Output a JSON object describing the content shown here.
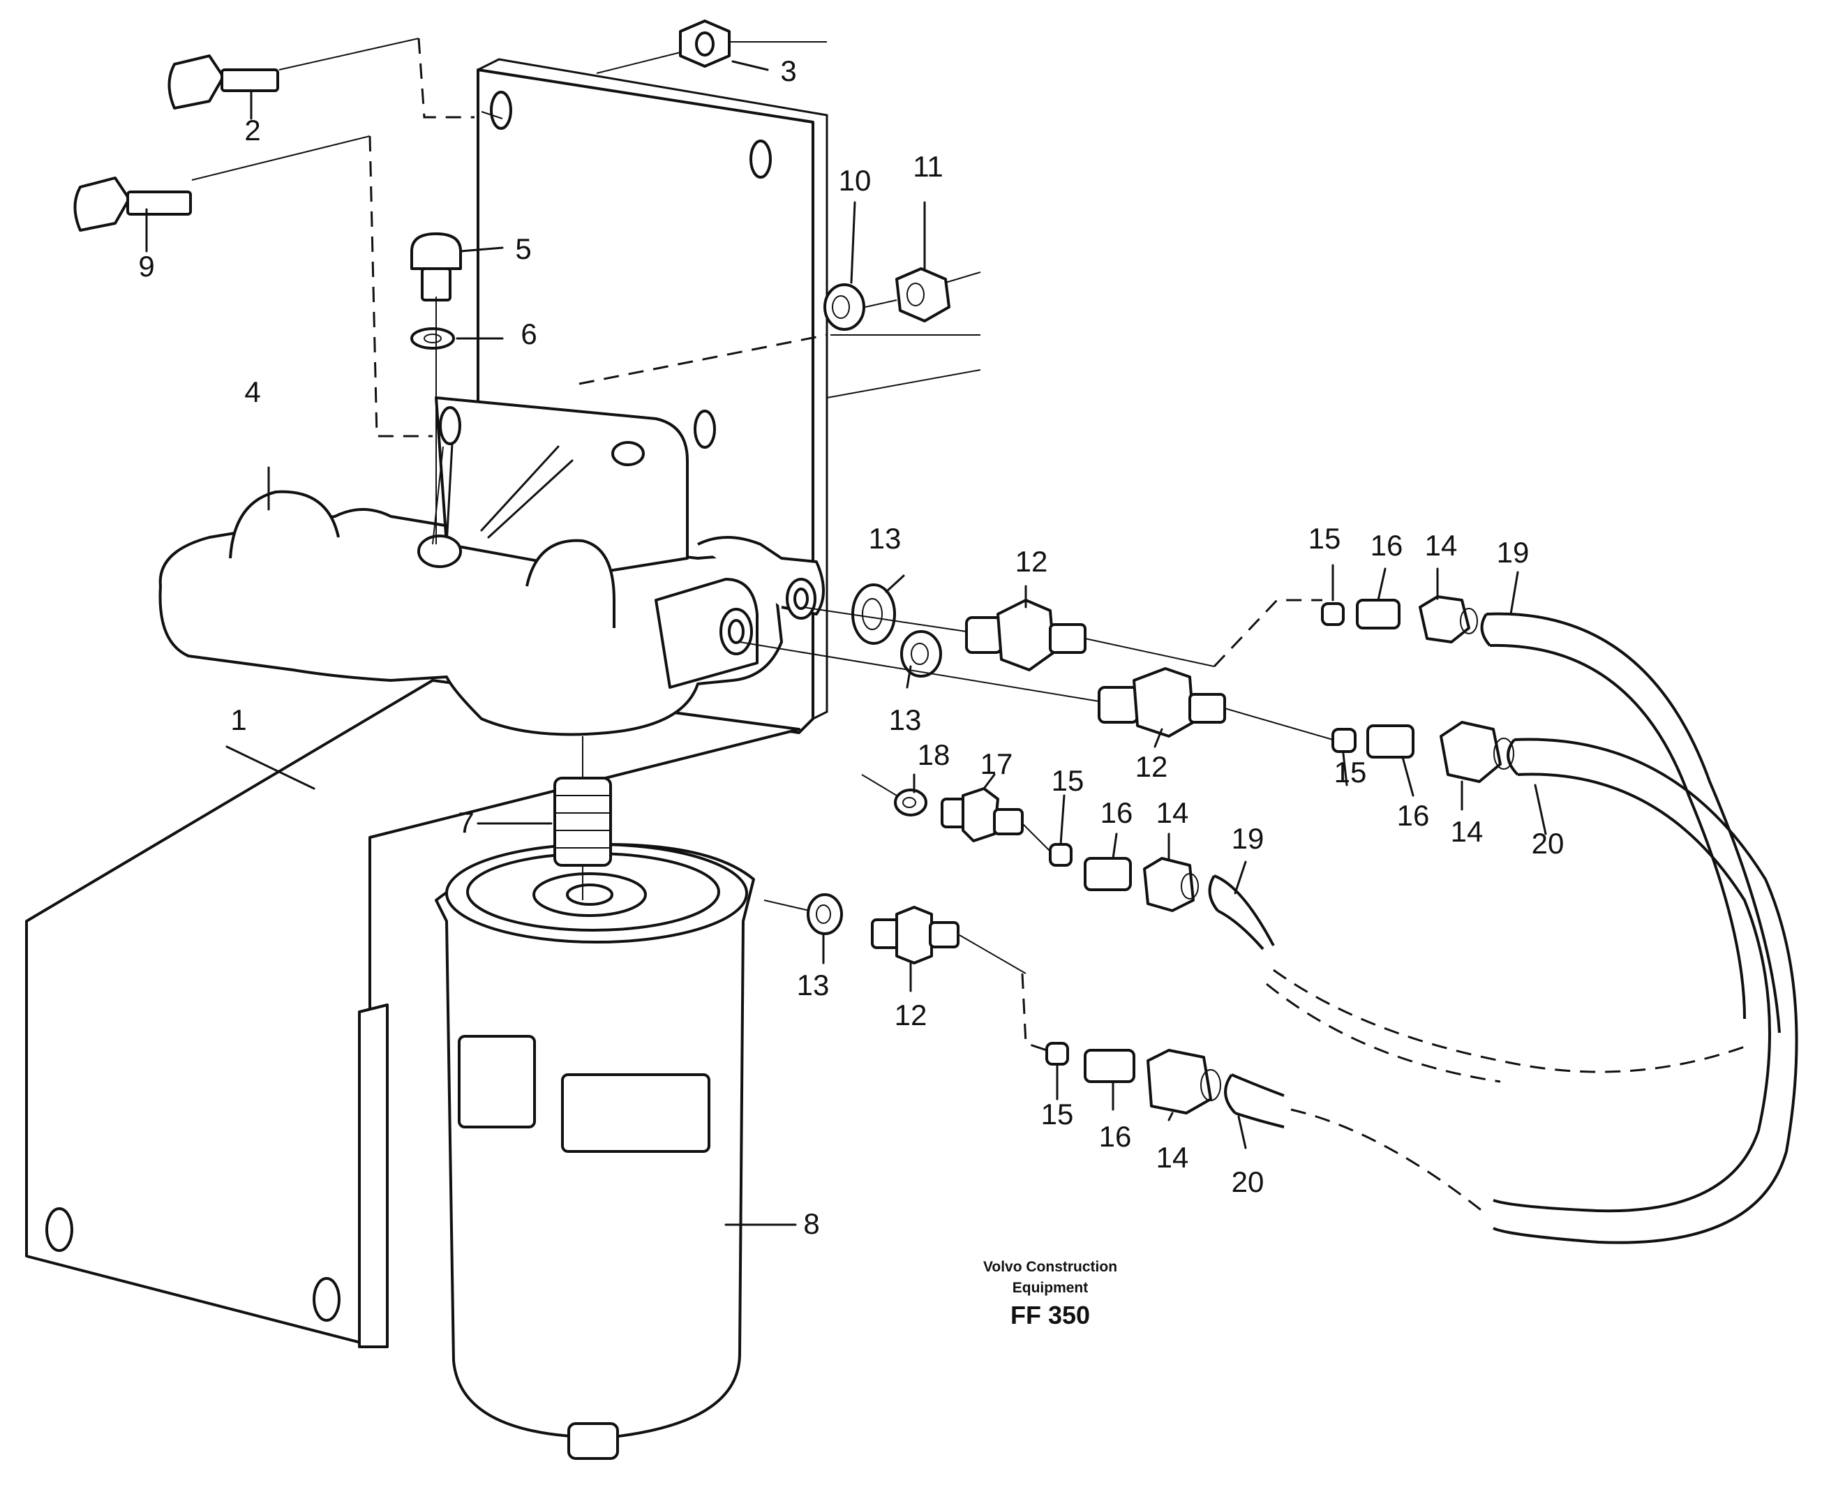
{
  "footer": {
    "company_line1": "Volvo Construction",
    "company_line2": "Equipment",
    "code": "FF 350"
  },
  "labels": [
    "1",
    "2",
    "3",
    "4",
    "5",
    "6",
    "7",
    "8",
    "9",
    "10",
    "11",
    "12",
    "12",
    "12",
    "13",
    "13",
    "13",
    "14",
    "14",
    "14",
    "15",
    "15",
    "15",
    "16",
    "16",
    "16",
    "17",
    "18",
    "19",
    "19",
    "20",
    "20",
    "14",
    "15",
    "16"
  ]
}
